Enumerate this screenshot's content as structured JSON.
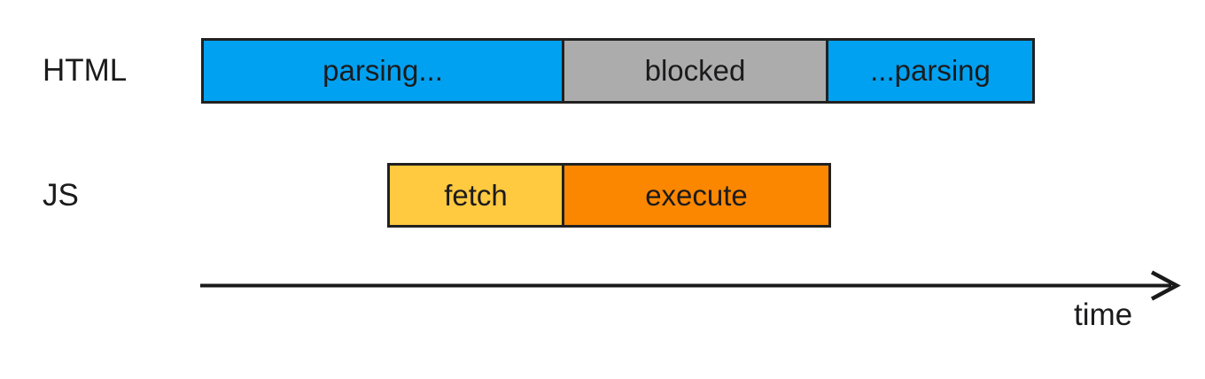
{
  "diagram": {
    "rows": [
      {
        "label": "HTML",
        "segments": [
          {
            "label": "parsing...",
            "color": "#01A1F1"
          },
          {
            "label": "blocked",
            "color": "#ACACAC"
          },
          {
            "label": "...parsing",
            "color": "#01A1F1"
          }
        ]
      },
      {
        "label": "JS",
        "segments": [
          {
            "label": "fetch",
            "color": "#FFC940"
          },
          {
            "label": "execute",
            "color": "#FB8700"
          }
        ]
      }
    ],
    "axis": {
      "label": "time",
      "line_color": "#1A1A1A"
    },
    "border_color": "#212121",
    "text_color": "#1B1B1D",
    "background": "#FFFFFF"
  }
}
